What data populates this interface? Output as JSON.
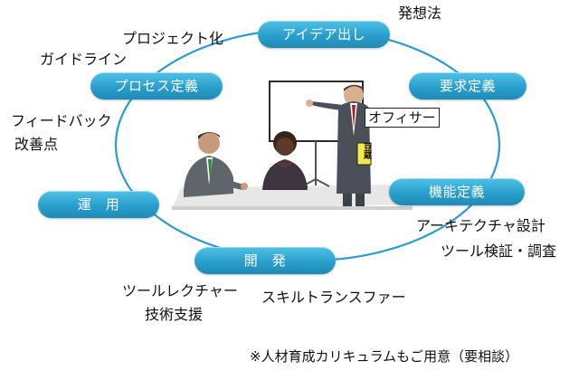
{
  "stages": {
    "idea": "アイデア出し",
    "requirements": "要求定義",
    "functional": "機能定義",
    "development": "開　発",
    "operation": "運　用",
    "process": "プロセス定義"
  },
  "notes": {
    "idea_method": "発想法",
    "project": "プロジェクト化",
    "guideline": "ガイドライン",
    "feedback": "フィードバック",
    "improvement": "改善点",
    "architecture": "アーキテクチャ設計",
    "tool_verification": "ツール検証・調査",
    "tool_lecture": "ツールレクチャー",
    "tech_support": "技術支援",
    "skill_transfer": "スキルトランスファー"
  },
  "officer_label": "オフィサー",
  "badge_text": "豆蔵",
  "footnote": "※人材育成カリキュラムもご用意（要相談）",
  "colors": {
    "pill_blue": "#2a9fcc",
    "cycle_line": "#2b9bd0",
    "badge_yellow": "#f5e84a"
  }
}
